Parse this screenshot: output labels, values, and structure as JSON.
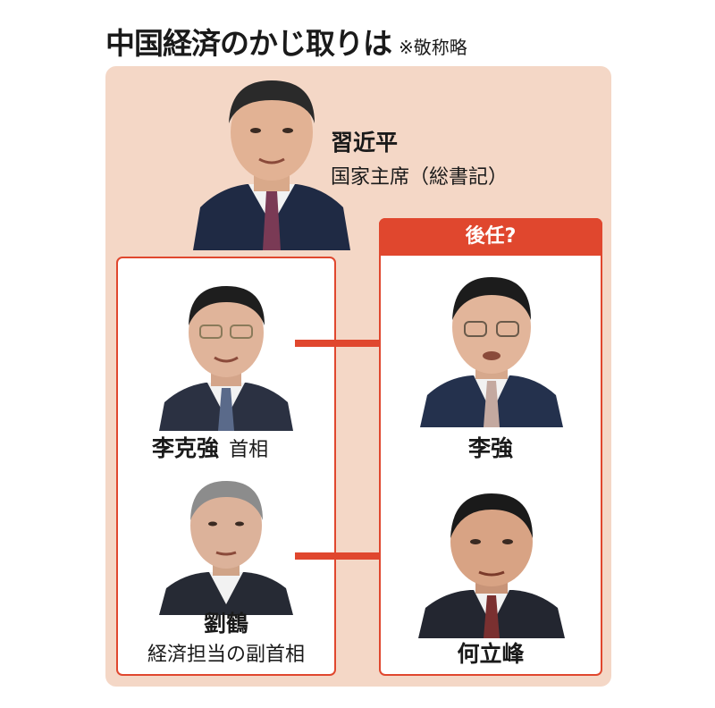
{
  "title": "中国経済のかじ取りは",
  "title_note": "※敬称略",
  "top": {
    "name": "習近平",
    "role": "国家主席（総書記）"
  },
  "successor_header": "後任?",
  "current": [
    {
      "name": "李克強",
      "role": "首相"
    },
    {
      "name": "劉鶴",
      "role": "経済担当の副首相"
    }
  ],
  "successors": [
    {
      "name": "李強"
    },
    {
      "name": "何立峰"
    }
  ],
  "colors": {
    "accent": "#e0472e",
    "panel_bg": "#f4d7c6",
    "box_bg": "#ffffff"
  }
}
